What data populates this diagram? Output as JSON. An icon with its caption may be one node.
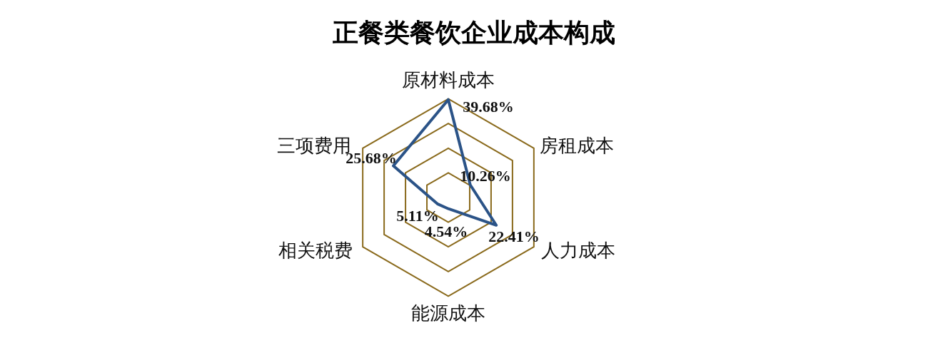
{
  "diagram": {
    "title": "正餐类餐饮企业成本构成",
    "labels": [
      "原材料成本",
      "39.68%",
      "房租成本",
      "三项费用",
      "25.68%",
      "10.26%",
      "5.11%",
      "4.54%",
      "22.41%",
      "人力成本",
      "相关税费",
      "能源成本"
    ]
  }
}
